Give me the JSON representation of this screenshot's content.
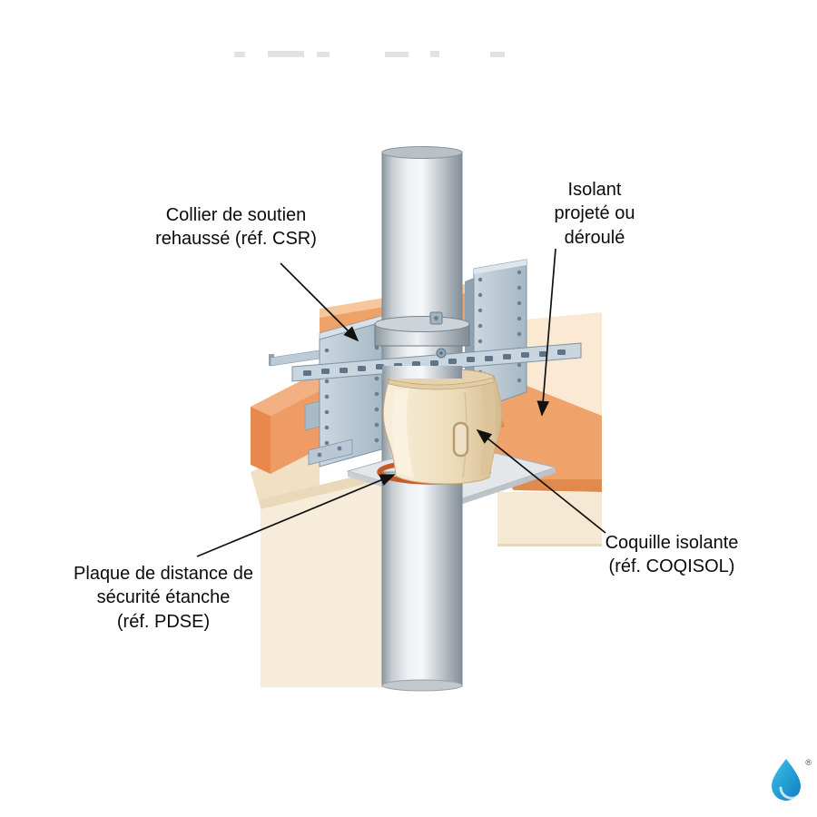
{
  "labels": {
    "collier": "Collier de soutien\nrehaussé (réf. CSR)",
    "isolant": "Isolant\nprojeté ou\ndéroulé",
    "coquille": "Coquille isolante\n(réf. COQISOL)",
    "plaque": "Plaque de distance de\nsécurité étanche\n(réf. PDSE)"
  },
  "logo": {
    "icon": "water-drop-icon",
    "registered": "®",
    "color": "#1b9ad2"
  },
  "colors": {
    "wood": "#ef9c64",
    "wood_light": "#f3b183",
    "metal_plate": "#b9c8d4",
    "pipe": "#c6ccd1",
    "insulating_shell": "#eddcba",
    "safety_plate": "#e3e7ea",
    "sealing_ring": "#c85a26",
    "wall": "#f7ecd9",
    "arrow": "#111111",
    "background": "#ffffff"
  }
}
